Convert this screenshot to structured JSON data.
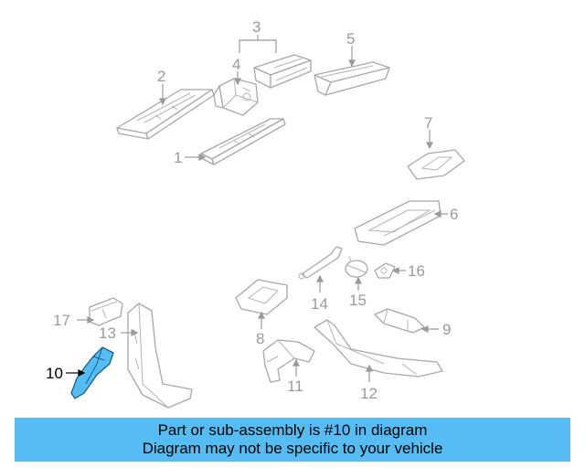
{
  "banner": {
    "line1": "Part or sub-assembly is #10 in diagram",
    "line2": "Diagram may not be specific to your vehicle"
  },
  "callouts": {
    "c1": "1",
    "c2": "2",
    "c3": "3",
    "c4": "4",
    "c5": "5",
    "c6": "6",
    "c7": "7",
    "c8": "8",
    "c9": "9",
    "c10": "10",
    "c11": "11",
    "c12": "12",
    "c13": "13",
    "c14": "14",
    "c15": "15",
    "c16": "16",
    "c17": "17"
  },
  "colors": {
    "highlight_fill": "#55bdf3",
    "highlight_stroke": "#1d5d86",
    "part_stroke": "#a8a8a8",
    "callout_gray": "#9a9a9a"
  },
  "highlighted_part": "10"
}
